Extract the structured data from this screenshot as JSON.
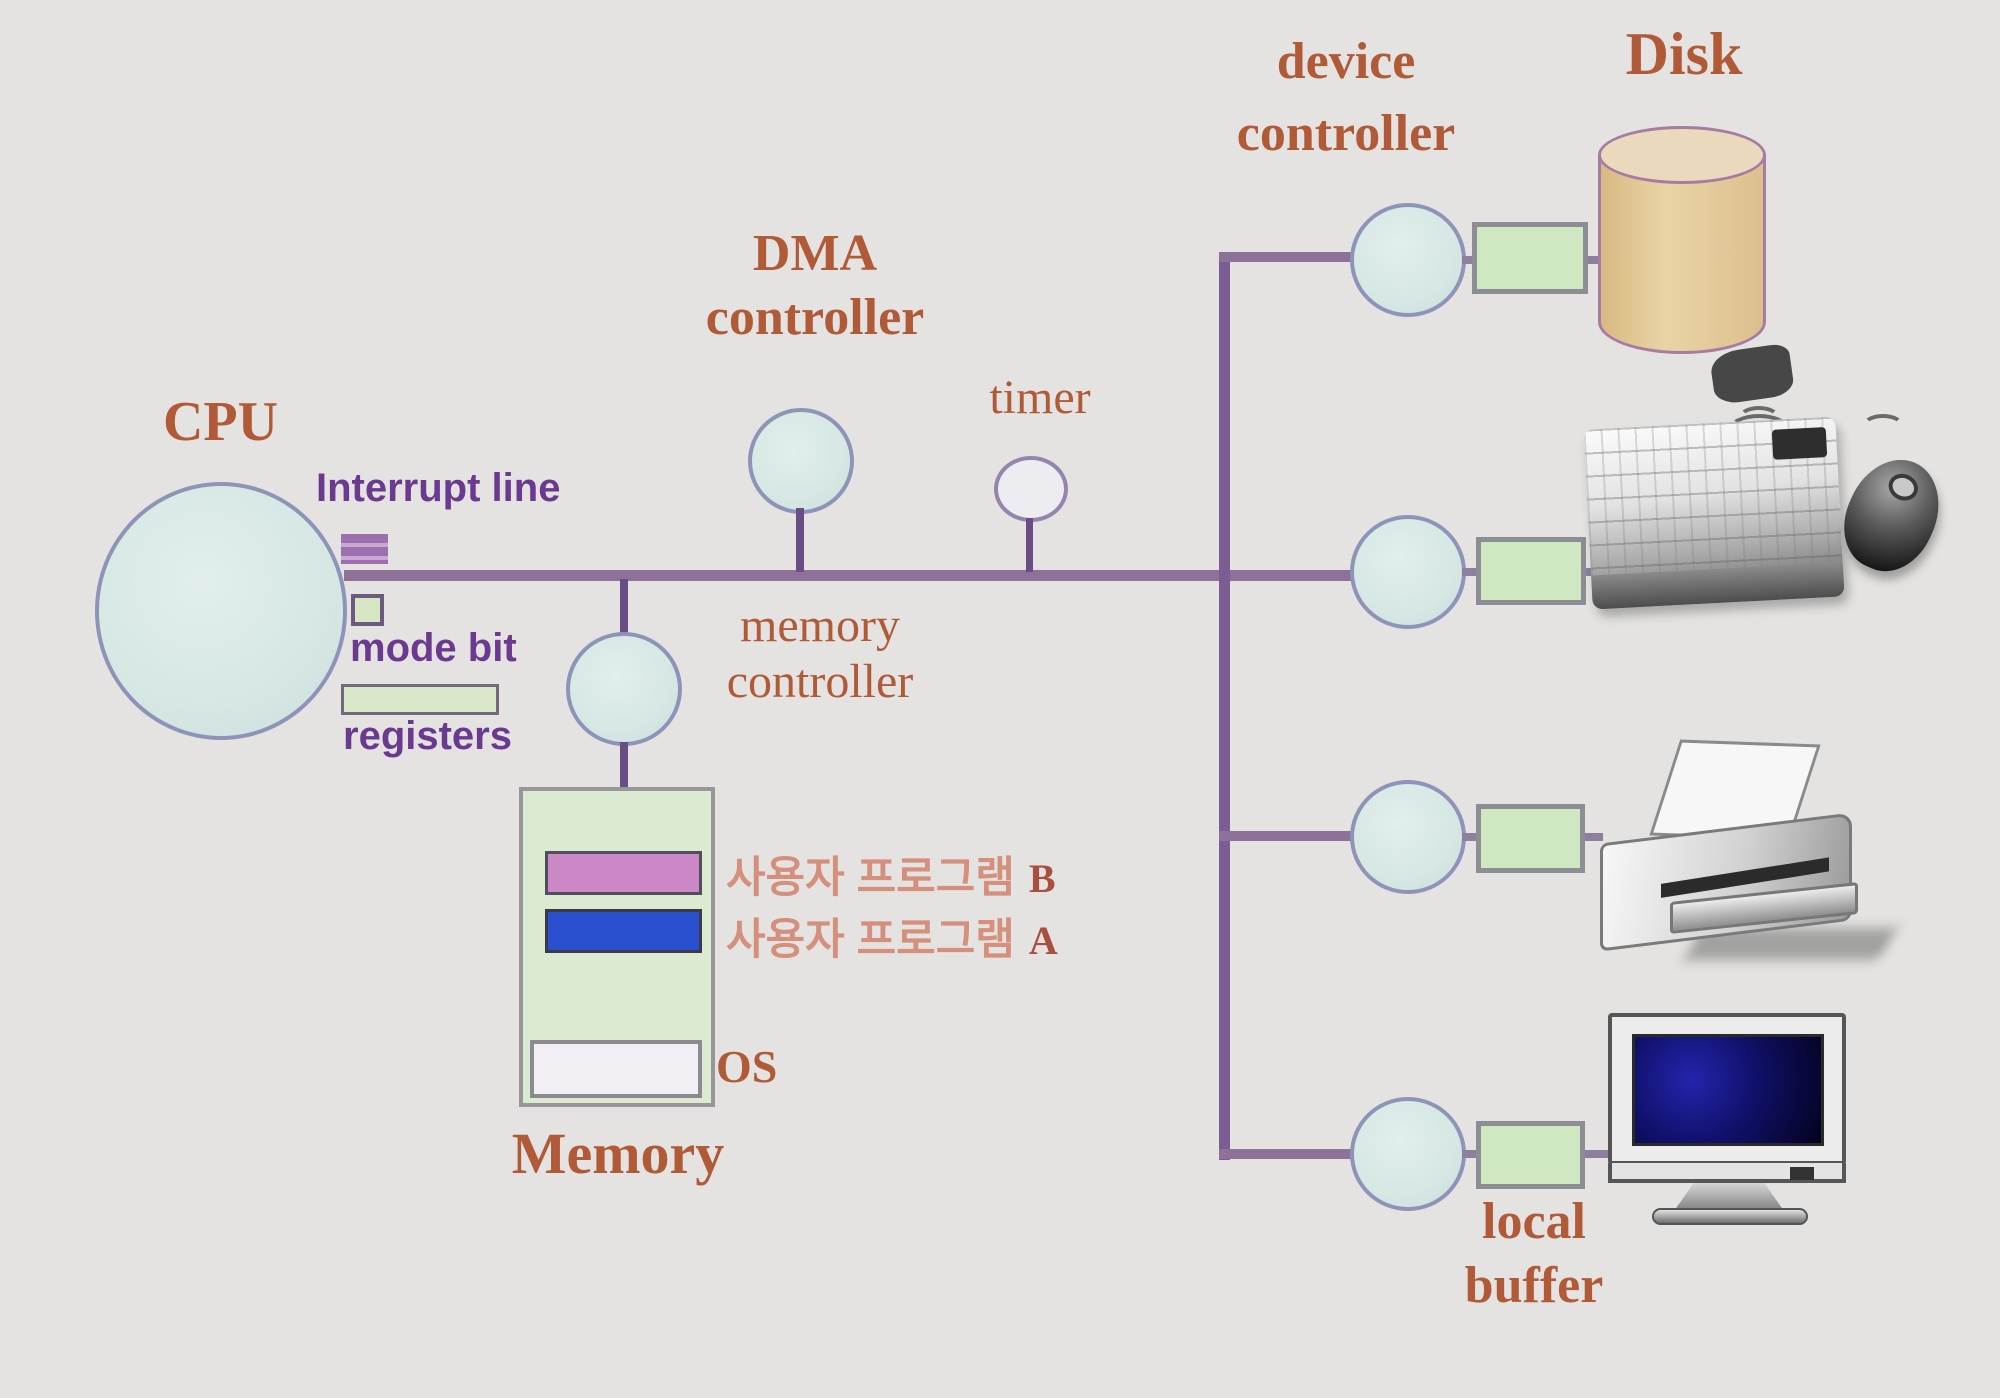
{
  "colors": {
    "background": "#e4e3e1",
    "bus_purple": "#8e7199",
    "vertical_bus_purple": "#7b5d93",
    "label_brick": "#b05a38",
    "label_purple": "#6b3990",
    "korean_salmon": "#d4907c",
    "circle_fill": "#d6e7e4",
    "circle_border": "#8e93b8",
    "buffer_box_green": "#cfe8c2",
    "memory_green": "#dcead2",
    "program_b_pink": "#cb87c6",
    "program_a_blue": "#2b50cf",
    "disk_tan": "#e2c794"
  },
  "cpu": {
    "label": "CPU",
    "interrupt_line": "Interrupt line",
    "mode_bit": "mode bit",
    "registers": "registers"
  },
  "dma_controller": {
    "line1": "DMA",
    "line2": "controller"
  },
  "timer": {
    "label": "timer"
  },
  "memory_controller": {
    "line1": "memory",
    "line2": "controller"
  },
  "device_controller": {
    "line1": "device",
    "line2": "controller"
  },
  "disk": {
    "label": "Disk"
  },
  "memory": {
    "label": "Memory",
    "os": "OS",
    "program_b_name": "사용자 프로그램",
    "program_b_id": "B",
    "program_a_name": "사용자 프로그램",
    "program_a_id": "A"
  },
  "local_buffer": {
    "line1": "local",
    "line2": "buffer"
  }
}
